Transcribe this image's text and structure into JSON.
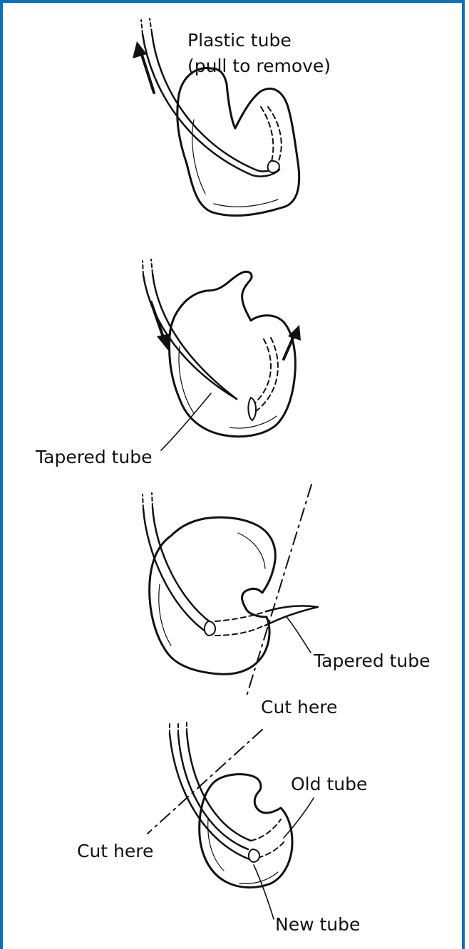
{
  "colors": {
    "border": "#0a6fbe",
    "ink": "#111111",
    "background": "#ffffff"
  },
  "panels": [
    {
      "id": "panel-1",
      "labels": [
        "Plastic tube",
        "(pull to remove)"
      ]
    },
    {
      "id": "panel-2",
      "labels": [
        "Tapered tube"
      ]
    },
    {
      "id": "panel-3",
      "labels": [
        "Tapered tube",
        "Cut here"
      ]
    },
    {
      "id": "panel-4",
      "labels": [
        "Old tube",
        "Cut here",
        "New tube"
      ]
    }
  ]
}
